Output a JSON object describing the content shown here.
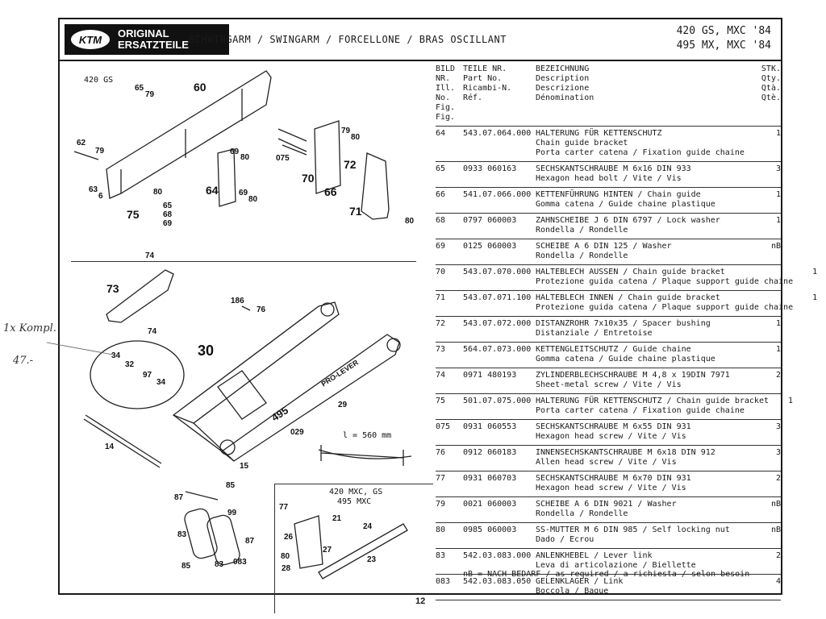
{
  "header": {
    "logo_line1": "ORIGINAL",
    "logo_line2": "ERSATZTEILE",
    "logo_mark": "KTM",
    "title": "SCHWINGARM / SWINGARM / FORCELLONE / BRAS OSCILLANT",
    "model_line1": "420 GS, MXC '84",
    "model_line2": "495 MX, MXC '84"
  },
  "diagram": {
    "top_label": "420 GS",
    "inset_label1": "420 MXC, GS",
    "inset_label2": "495 MXC",
    "dimension": "l = 560 mm",
    "brand_text": "495",
    "brand_text2": "PRO-LEVER",
    "hand_note1": "1x Kompl.",
    "hand_note2": "47.-",
    "callouts": {
      "c60": "60",
      "c65a": "65",
      "c79a": "79",
      "c62": "62",
      "c79b": "79",
      "c63": "63",
      "c6": "6",
      "c80a": "80",
      "c75": "75",
      "c65b": "65",
      "c68": "68",
      "c69a": "69",
      "c69b": "69",
      "c80b": "80",
      "c64": "64",
      "c69c": "69",
      "c80c": "80",
      "c075": "075",
      "c79c": "79",
      "c80d": "80",
      "c72": "72",
      "c70": "70",
      "c66": "66",
      "c71": "71",
      "c80e": "80",
      "c74a": "74",
      "c73": "73",
      "c74b": "74",
      "c186": "186",
      "c76": "76",
      "c30": "30",
      "c34a": "34",
      "c32": "32",
      "c97": "97",
      "c34b": "34",
      "c29": "29",
      "c029": "029",
      "c14": "14",
      "c15": "15",
      "c85a": "85",
      "c87a": "87",
      "c99": "99",
      "c83a": "83",
      "c87b": "87",
      "c85b": "85",
      "c83b": "83",
      "c083": "083",
      "c77": "77",
      "c21": "21",
      "c24": "24",
      "c26": "26",
      "c27": "27",
      "c80f": "80",
      "c23": "23",
      "c28": "28"
    }
  },
  "table": {
    "head": {
      "col1": [
        "BILD NR.",
        "Ill. No.",
        "Fig.",
        "Fig."
      ],
      "col2": [
        "TEILE NR.",
        "Part No.",
        "Ricambi-N.",
        "Réf."
      ],
      "col3": [
        "BEZEICHNUNG",
        "Description",
        "Descrizione",
        "Dénomination"
      ],
      "col4": [
        "STK.",
        "Qty.",
        "Qtà.",
        "Qtè."
      ]
    },
    "rows": [
      {
        "fig": "64",
        "part": "543.07.064.000",
        "desc": [
          "HALTERUNG FÜR KETTENSCHUTZ",
          "Chain guide bracket",
          "Porta carter catena / Fixation guide chaine"
        ],
        "qty": "1"
      },
      {
        "fig": "65",
        "part": "0933 060163",
        "desc": [
          "SECHSKANTSCHRAUBE M 6x16 DIN 933",
          "Hexagon head bolt / Vite / Vis"
        ],
        "qty": "3"
      },
      {
        "fig": "66",
        "part": "541.07.066.000",
        "desc": [
          "KETTENFÜHRUNG HINTEN / Chain guide",
          "Gomma catena / Guide chaine plastique"
        ],
        "qty": "1"
      },
      {
        "fig": "68",
        "part": "0797 060003",
        "desc": [
          "ZAHNSCHEIBE J 6 DIN 6797 / Lock washer",
          "Rondella / Rondelle"
        ],
        "qty": "1"
      },
      {
        "fig": "69",
        "part": "0125 060003",
        "desc": [
          "SCHEIBE A 6 DIN 125 / Washer",
          "Rondella / Rondelle"
        ],
        "qty": "nB"
      },
      {
        "fig": "70",
        "part": "543.07.070.000",
        "desc": [
          "HALTEBLECH AUSSEN / Chain guide bracket",
          "Protezione guida catena / Plaque support guide chaine"
        ],
        "qty": "1"
      },
      {
        "fig": "71",
        "part": "543.07.071.100",
        "desc": [
          "HALTEBLECH INNEN / Chain guide bracket",
          "Protezione guida catena / Plaque support guide chaine"
        ],
        "qty": "1"
      },
      {
        "fig": "72",
        "part": "543.07.072.000",
        "desc": [
          "DISTANZROHR 7x10x35 / Spacer bushing",
          "Distanziale / Entretoise"
        ],
        "qty": "1"
      },
      {
        "fig": "73",
        "part": "564.07.073.000",
        "desc": [
          "KETTENGLEITSCHUTZ / Guide chaine",
          "Gomma catena / Guide chaine plastique"
        ],
        "qty": "1"
      },
      {
        "fig": "74",
        "part": "0971 480193",
        "desc": [
          "ZYLINDERBLECHSCHRAUBE M 4,8 x 19DIN 7971",
          "Sheet-metal screw / Vite / Vis"
        ],
        "qty": "2"
      },
      {
        "fig": "75",
        "part": "501.07.075.000",
        "desc": [
          "HALTERUNG FÜR KETTENSCHUTZ / Chain guide bracket",
          "Porta carter catena / Fixation guide chaine"
        ],
        "qty": "1"
      },
      {
        "fig": "075",
        "part": "0931 060553",
        "desc": [
          "SECHSKANTSCHRAUBE M 6x55 DIN 931",
          "Hexagon head screw / Vite / Vis"
        ],
        "qty": "3"
      },
      {
        "fig": "76",
        "part": "0912 060183",
        "desc": [
          "INNENSECHSKANTSCHRAUBE M 6x18 DIN 912",
          "Allen head screw / Vite / Vis"
        ],
        "qty": "3"
      },
      {
        "fig": "77",
        "part": "0931 060703",
        "desc": [
          "SECHSKANTSCHRAUBE M 6x70 DIN 931",
          "Hexagon head screw / Vite / Vis"
        ],
        "qty": "2"
      },
      {
        "fig": "79",
        "part": "0021 060003",
        "desc": [
          "SCHEIBE A 6 DIN 9021 / Washer",
          "Rondella / Rondelle"
        ],
        "qty": "nB"
      },
      {
        "fig": "80",
        "part": "0985 060003",
        "desc": [
          "SS-MUTTER M 6 DIN 985 / Self locking nut",
          "Dado / Ecrou"
        ],
        "qty": "nB"
      },
      {
        "fig": "83",
        "part": "542.03.083.000",
        "desc": [
          "ANLENKHEBEL / Lever link",
          "Leva di articolazione / Biellette"
        ],
        "qty": "2"
      },
      {
        "fig": "083",
        "part": "542.03.083.050",
        "desc": [
          "GELENKLAGER / Link",
          "Boccola / Bague"
        ],
        "qty": "4"
      }
    ]
  },
  "footer": {
    "note": "nB = NACH BEDARF / as required / a richiesta / selon besoin",
    "page_number": "12"
  }
}
